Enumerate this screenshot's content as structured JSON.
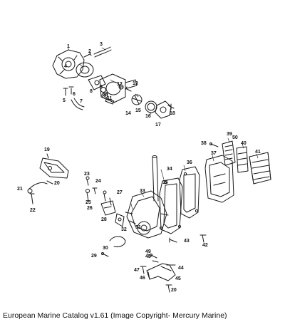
{
  "caption": "European Marine Catalog v1.61 (Image Copyright- Mercury Marine)",
  "part_numbers": [
    "1",
    "2",
    "3",
    "4",
    "5",
    "6",
    "7",
    "8",
    "9",
    "10",
    "11",
    "12",
    "13",
    "14",
    "15",
    "16",
    "17",
    "18",
    "19",
    "20",
    "21",
    "22",
    "23",
    "24",
    "25",
    "26",
    "27",
    "28",
    "29",
    "30",
    "31",
    "32",
    "33",
    "34",
    "35",
    "36",
    "37",
    "38",
    "39",
    "40",
    "41",
    "42",
    "43",
    "44",
    "45",
    "46",
    "47",
    "48",
    "49",
    "50"
  ]
}
